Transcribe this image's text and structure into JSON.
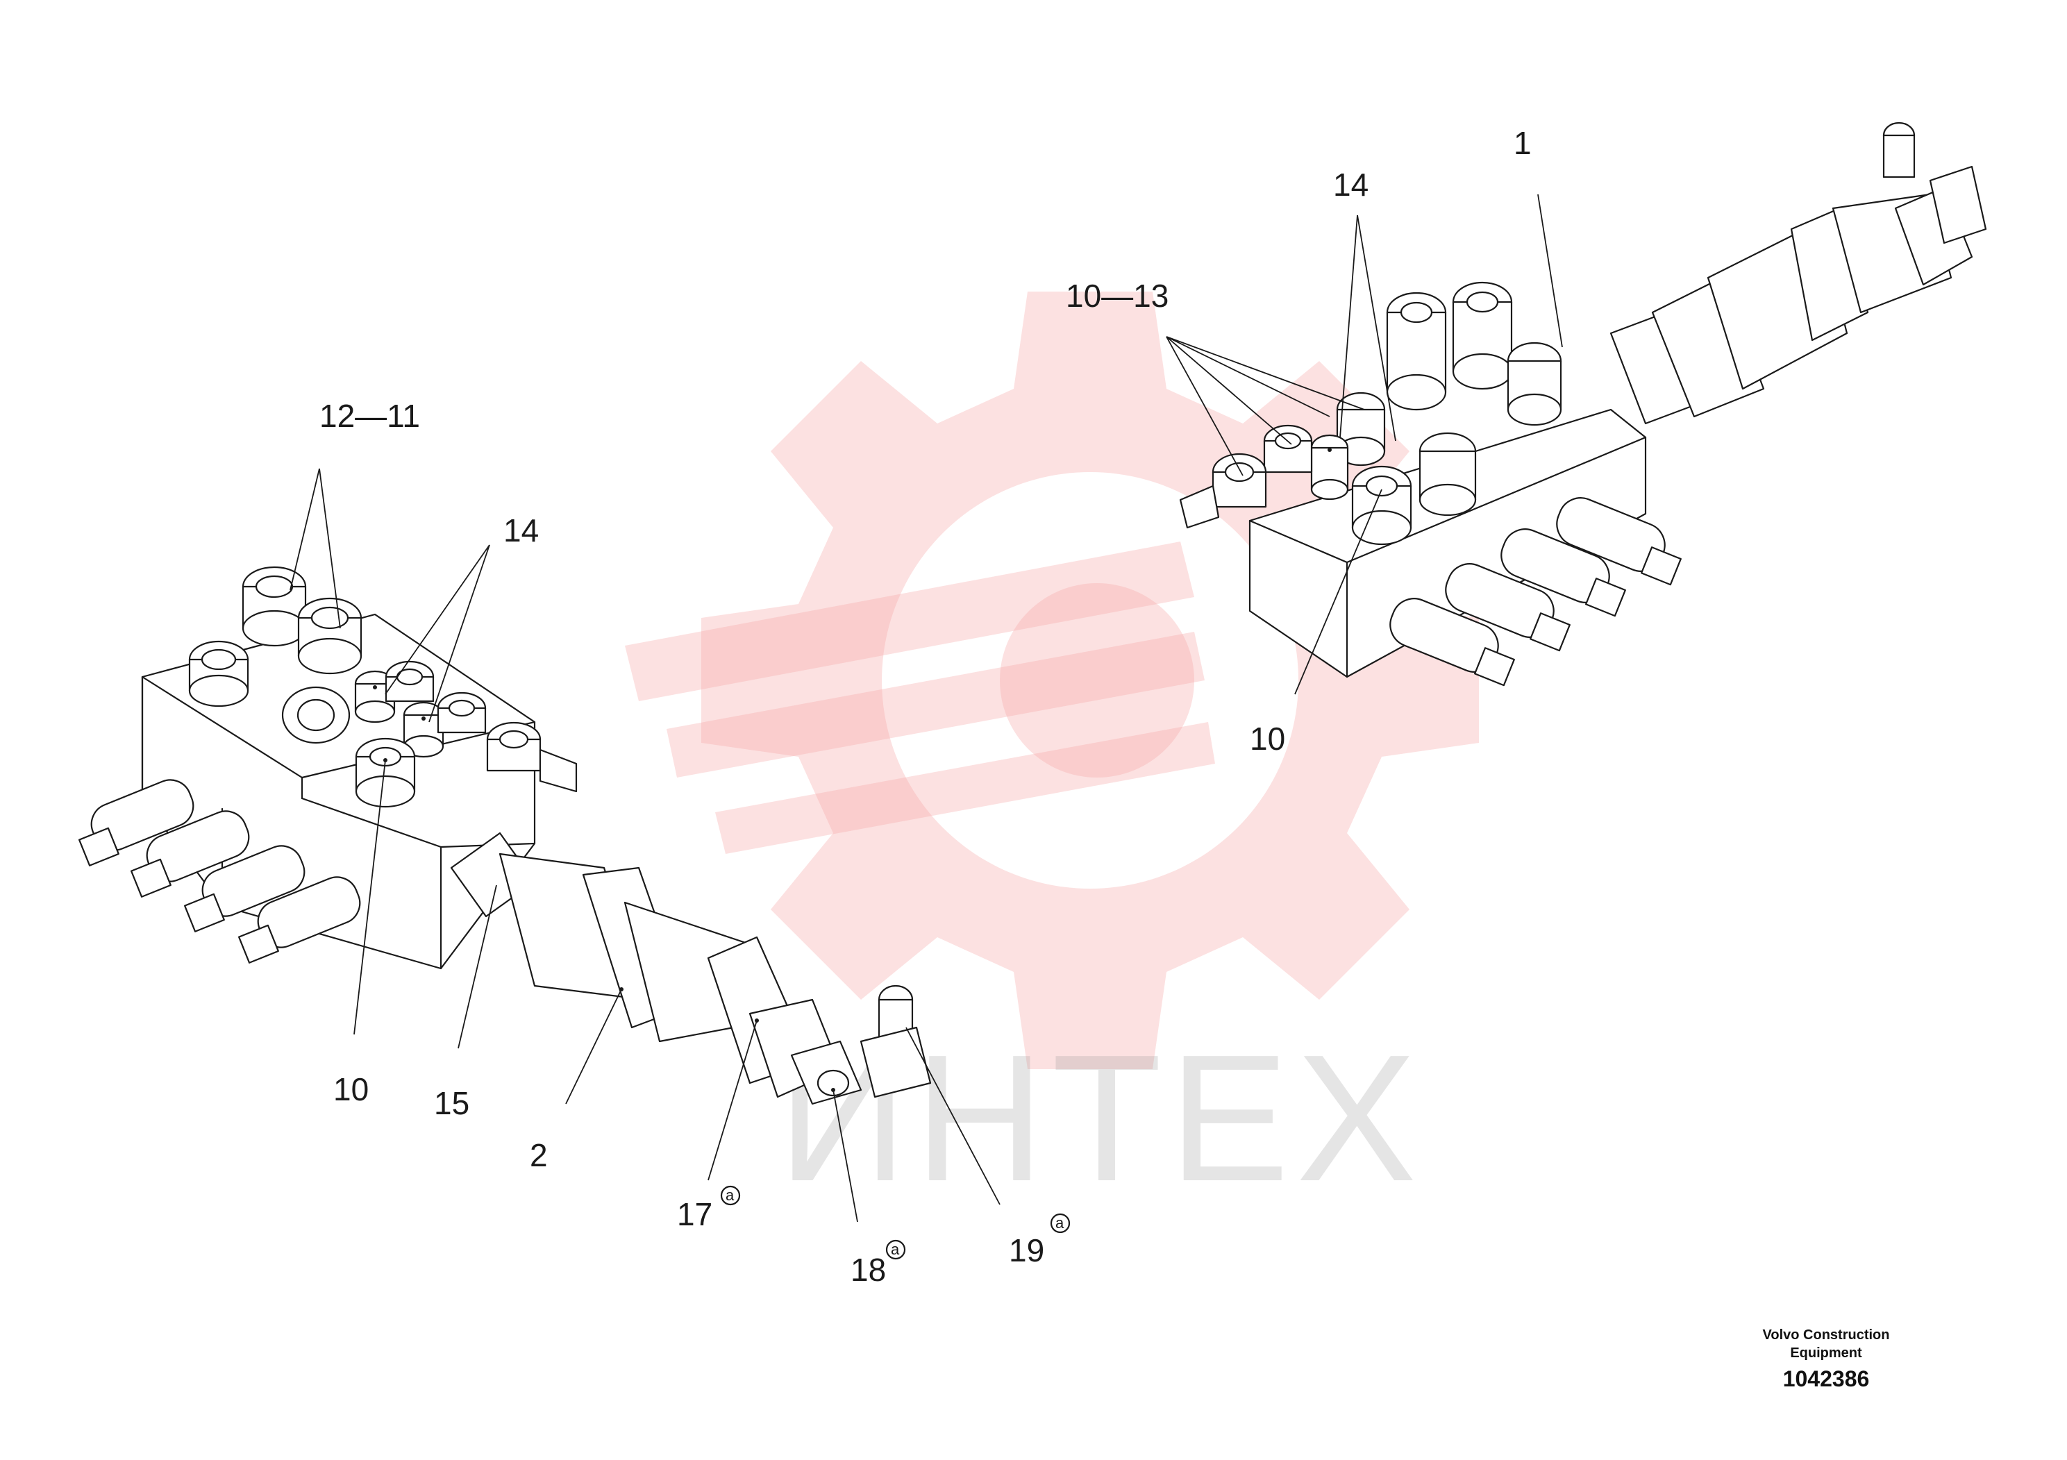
{
  "watermark": {
    "text": "ИНТЕХ",
    "gear_color": "#f5a8a8"
  },
  "callouts": {
    "left_12_11": "12—11",
    "left_14": "14",
    "left_10": "10",
    "left_15": "15",
    "left_2": "2",
    "left_17": "17",
    "left_18": "18",
    "left_19": "19",
    "right_1": "1",
    "right_14": "14",
    "right_10_13": "10—13",
    "right_10": "10",
    "circled_mark": "a"
  },
  "brand": {
    "company_line1": "Volvo Construction",
    "company_line2": "Equipment",
    "drawing_number": "1042386"
  }
}
